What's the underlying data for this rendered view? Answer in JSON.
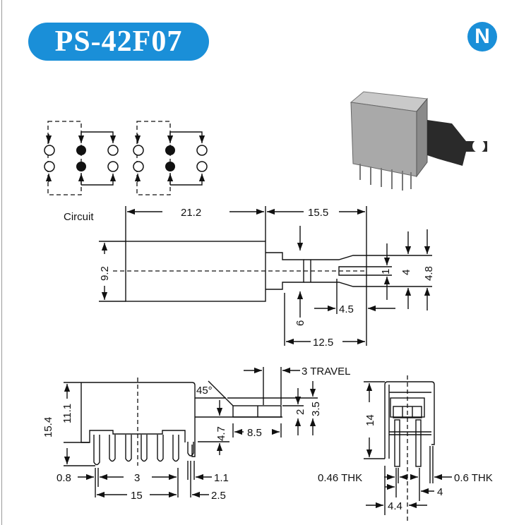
{
  "title": "PS-42F07",
  "logo_letter": "N",
  "circuit_label": "Circuit",
  "dimensions": {
    "top_view": [
      "21.2",
      "15.5",
      "9.2",
      "4",
      "4.8",
      "1",
      "4.5",
      "6",
      "12.5"
    ],
    "side_view": [
      "3 TRAVEL",
      "45°",
      "15.4",
      "11.1",
      "4.7",
      "2",
      "3.5",
      "8.5",
      "0.8",
      "3",
      "1.1",
      "15",
      "2.5"
    ],
    "end_view": [
      "14",
      "0.46 THK",
      "0.6 THK",
      "4",
      "4.4"
    ]
  }
}
